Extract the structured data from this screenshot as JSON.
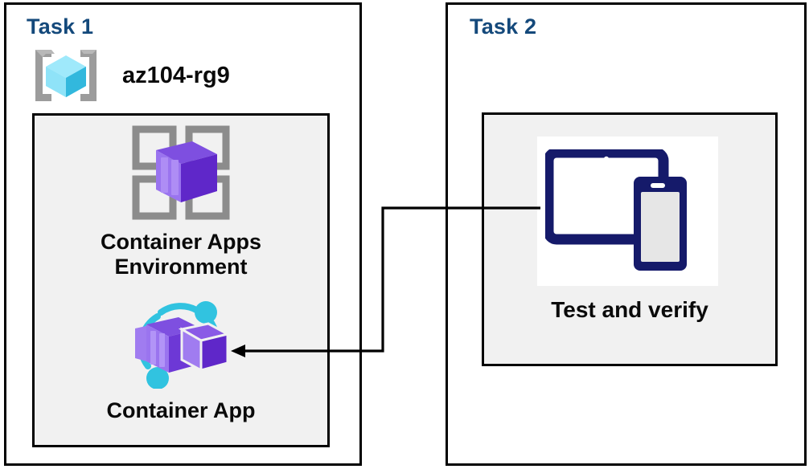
{
  "diagram": {
    "title_color": "#14497b",
    "panels": [
      {
        "id": "task1",
        "title": "Task 1",
        "resource_group": {
          "icon": "resource-group-icon",
          "label": "az104-rg9"
        },
        "items": [
          {
            "icon": "container-apps-environment-icon",
            "label": "Container Apps\nEnvironment"
          },
          {
            "icon": "container-app-icon",
            "label": "Container App"
          }
        ]
      },
      {
        "id": "task2",
        "title": "Task 2",
        "items": [
          {
            "icon": "test-and-verify-devices-icon",
            "label": "Test and verify"
          }
        ]
      }
    ],
    "connector": {
      "from": "test-and-verify-devices-icon",
      "to": "container-app-icon",
      "arrow_direction": "left",
      "color": "#000000"
    },
    "colors": {
      "panel_border": "#000000",
      "inner_fill": "#f1f1f1",
      "title": "#14497b",
      "label": "#0a0a0a",
      "cube_blue_light": "#9ee8fb",
      "cube_blue_dark": "#27c9ee",
      "bracket_gray": "#9c9c9c",
      "container_purple": "#8661d8",
      "container_purple_dark": "#5c2ec7",
      "accent_cyan": "#31c3e0",
      "device_navy": "#151a6a"
    }
  }
}
